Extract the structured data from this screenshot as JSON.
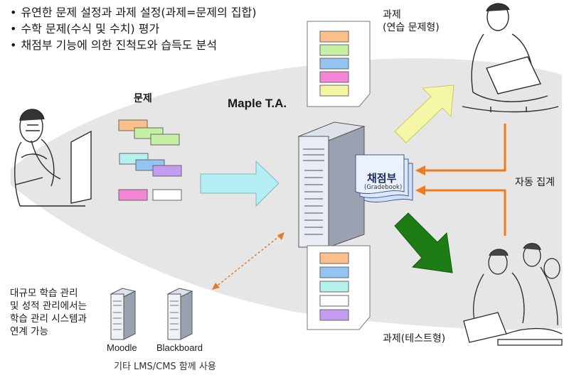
{
  "bullets": [
    "유연한 문제 설정과 과제 설정(과제=문제의 집합)",
    "수학 문제(수식 및 수치) 평가",
    "채점부 기능에 의한 진척도와 습득도 분석"
  ],
  "labels": {
    "problems": "문제",
    "maple_ta": "Maple T.A.",
    "assignment_practice_line1": "과제",
    "assignment_practice_line2": "(연습 문제형)",
    "assignment_test": "과제(테스트형)",
    "gradebook_title": "채점부",
    "gradebook_sub": "(Gradebook)",
    "auto_collect": "자동 집계",
    "moodle": "Moodle",
    "blackboard": "Blackboard",
    "other_lms": "기타 LMS/CMS 함께 사용"
  },
  "lms_note": [
    "대규모 학습 관리",
    "및 성적 관리에서는",
    "학습 관리 시스템과",
    "연계 가능"
  ],
  "colors": {
    "arrow_blue": "#b4eef4",
    "arrow_yellow": "#f5f7a6",
    "arrow_green": "#1d7d14",
    "arrow_orange": "#f07b1e",
    "arrow_brown": "#e07a2a",
    "shadow": "#e6e6e6",
    "card_orange": "#fbc08a",
    "card_green": "#c6f1a4",
    "card_blue": "#93c4f4",
    "card_pink": "#f585d6",
    "card_yellow": "#f3f6a0",
    "card_teal": "#b4f2ee",
    "card_purple": "#c49cf0",
    "card_white": "#ffffff"
  }
}
